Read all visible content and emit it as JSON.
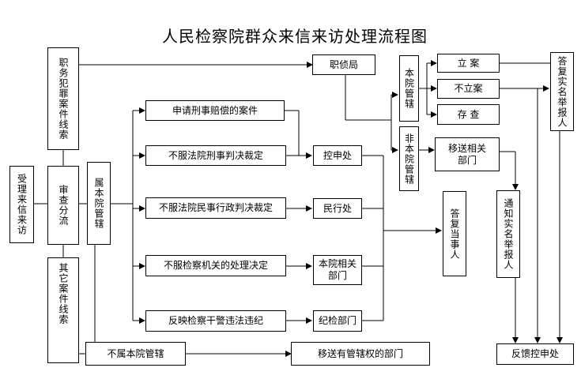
{
  "title": "人民检察院群众来信来访处理流程图",
  "boxes": {
    "receive": "受理来信来访",
    "job_crime": "职务犯罪案件线索",
    "review": "审查分流",
    "other_case": "其它案件线索",
    "belongs": "属本院管辖",
    "not_belongs": "不属本院管辖",
    "transfer": "移送有管辖权的部门",
    "zhenchaju": "职侦局",
    "ben_yuan": "本院管辖",
    "fei_ben_yuan": "非本院管辖",
    "li_an": "立  案",
    "bu_li_an": "不立案",
    "cun_cha": "存  查",
    "yisong": "移送相关\n部门",
    "reply_informant": "答复实名举报人",
    "case_compensation": "申请刑事赔偿的案件",
    "criminal_judgment": "不服法院刑事判决裁定",
    "civil_judgment": "不服法院民事行政判决裁定",
    "procuratorate_decision": "不服检察机关的处理决定",
    "discipline_report": "反映检察干警违法违纪",
    "kongshen": "控申处",
    "minxing": "民行处",
    "related_dept": "本院相关\n部门",
    "jijian": "纪检部门",
    "reply_party": "答复当事人",
    "notify_informant": "通知实名举报人",
    "feedback": "反馈控申处"
  }
}
